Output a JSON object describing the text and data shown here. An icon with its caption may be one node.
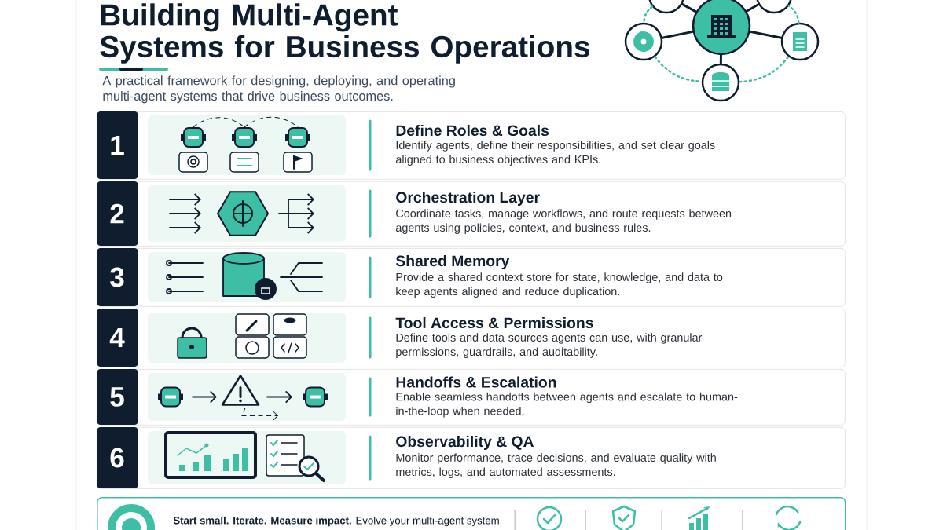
{
  "diagram": {
    "title": "Building Multi-Agent Systems for Business Operations",
    "caption": "A practical framework for designing, deploying, and operating multi-agent systems that drive business outcomes.",
    "nodes": [
      {
        "text": [],
        "shape": "circle"
      },
      {
        "text": [],
        "shape": "circle"
      },
      {
        "text": [],
        "shape": "circle"
      },
      {
        "text": [],
        "shape": "circle"
      },
      {
        "text": [],
        "shape": "circle"
      },
      {
        "text": [],
        "shape": "circle"
      },
      {
        "text": [
          "1",
          "Define Roles & Goals",
          "Identify agents, define their responsibilities, and set clear goals aligned to business objectives and KPIs."
        ]
      },
      {
        "text": [
          "2",
          "Orchestration Layer",
          "Coordinate tasks, manage workflows, and route requests between agents using policies, context, and business rules."
        ]
      },
      {
        "text": [
          "3",
          "Shared Memory",
          "Provide a shared context store for state, knowledge, and data to keep agents aligned and reduce duplication."
        ]
      },
      {
        "text": [
          "4",
          "Tool Access & Permissions",
          "Define tools and data sources agents can use, with granular permissions, guardrails, and auditability."
        ]
      },
      {
        "text": [
          "5",
          "Handoffs & Escalation",
          "Enable seamless handoffs between agents and escalate to human-in-the-loop when needed."
        ]
      },
      {
        "text": [
          "6",
          "Observability & QA",
          "Monitor performance, trace decisions, and evaluate quality with metrics, logs, and automated assessments."
        ]
      },
      {
        "text": [
          "**Start small. Iterate. Measure impact.** Evolve your multi-agent system"
        ]
      }
    ],
    "edges": [
      {
        "from": 0,
        "to": 1,
        "arrow": "none"
      },
      {
        "from": 0,
        "to": 2,
        "arrow": "none"
      },
      {
        "from": 0,
        "to": 3,
        "arrow": "none"
      },
      {
        "from": 0,
        "to": 4,
        "arrow": "none"
      },
      {
        "from": 0,
        "to": 5,
        "arrow": "none"
      },
      {
        "from": 1,
        "to": 3,
        "arrow": "none",
        "style": "dashed",
        "color": "#3cbfa5"
      },
      {
        "from": 3,
        "to": 5,
        "arrow": "none",
        "style": "dashed",
        "color": "#3cbfa5"
      },
      {
        "from": 5,
        "to": 4,
        "arrow": "none",
        "style": "dashed",
        "color": "#3cbfa5"
      },
      {
        "from": 4,
        "to": 2,
        "arrow": "none",
        "style": "dashed",
        "color": "#3cbfa5"
      }
    ]
  }
}
